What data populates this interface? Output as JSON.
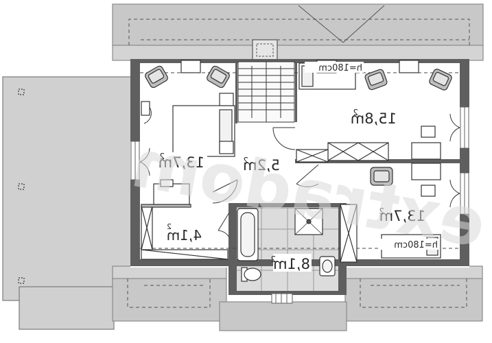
{
  "rooms": [
    {
      "area": "15,8m",
      "sup": "2"
    },
    {
      "area": "13,7m",
      "sup": "2"
    },
    {
      "area": "5,2m",
      "sup": "2"
    },
    {
      "area": "13,7m",
      "sup": "2"
    },
    {
      "area": "4,1m",
      "sup": "2"
    },
    {
      "area": "8,1m",
      "sup": "2"
    }
  ],
  "bed_labels": [
    {
      "text": "h=180cm"
    },
    {
      "text": "h=180cm"
    }
  ],
  "watermark": "extradom",
  "colors": {
    "wall": "#5f5f5f",
    "roof": "#c8c8c8",
    "roof_stroke": "#8a8a8a",
    "terrace": "#d0d0d0",
    "tile": "#dcdcdc",
    "furniture_fill": "#bdbdbd"
  }
}
